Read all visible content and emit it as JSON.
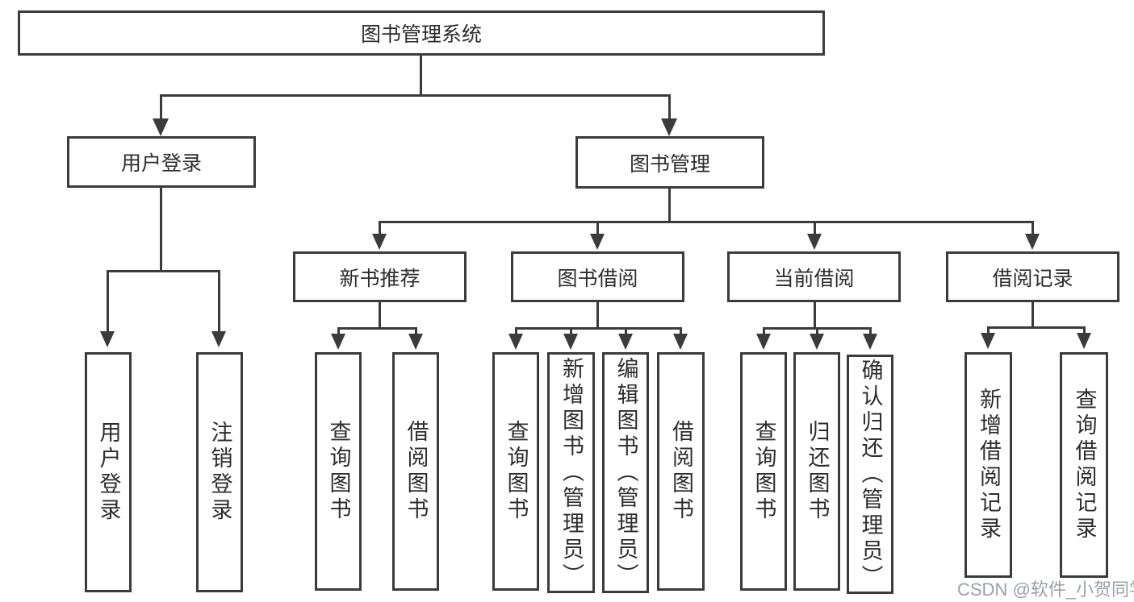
{
  "nodes": {
    "root": "图书管理系统",
    "level2": [
      "用户登录",
      "图书管理"
    ],
    "level3": [
      "新书推荐",
      "图书借阅",
      "当前借阅",
      "借阅记录"
    ],
    "level4": {
      "login": [
        "用户登录",
        "注销登录"
      ],
      "newbook": [
        "查询图书",
        "借阅图书"
      ],
      "borrow": [
        "查询图书",
        "新增图书（管理员）",
        "编辑图书（管理员）",
        "借阅图书"
      ],
      "current": [
        "查询图书",
        "归还图书",
        "确认归还（管理员）"
      ],
      "records": [
        "新增借阅记录",
        "查询借阅记录"
      ]
    }
  },
  "watermark": {
    "text": "CSDN @软件_小贺同学"
  }
}
